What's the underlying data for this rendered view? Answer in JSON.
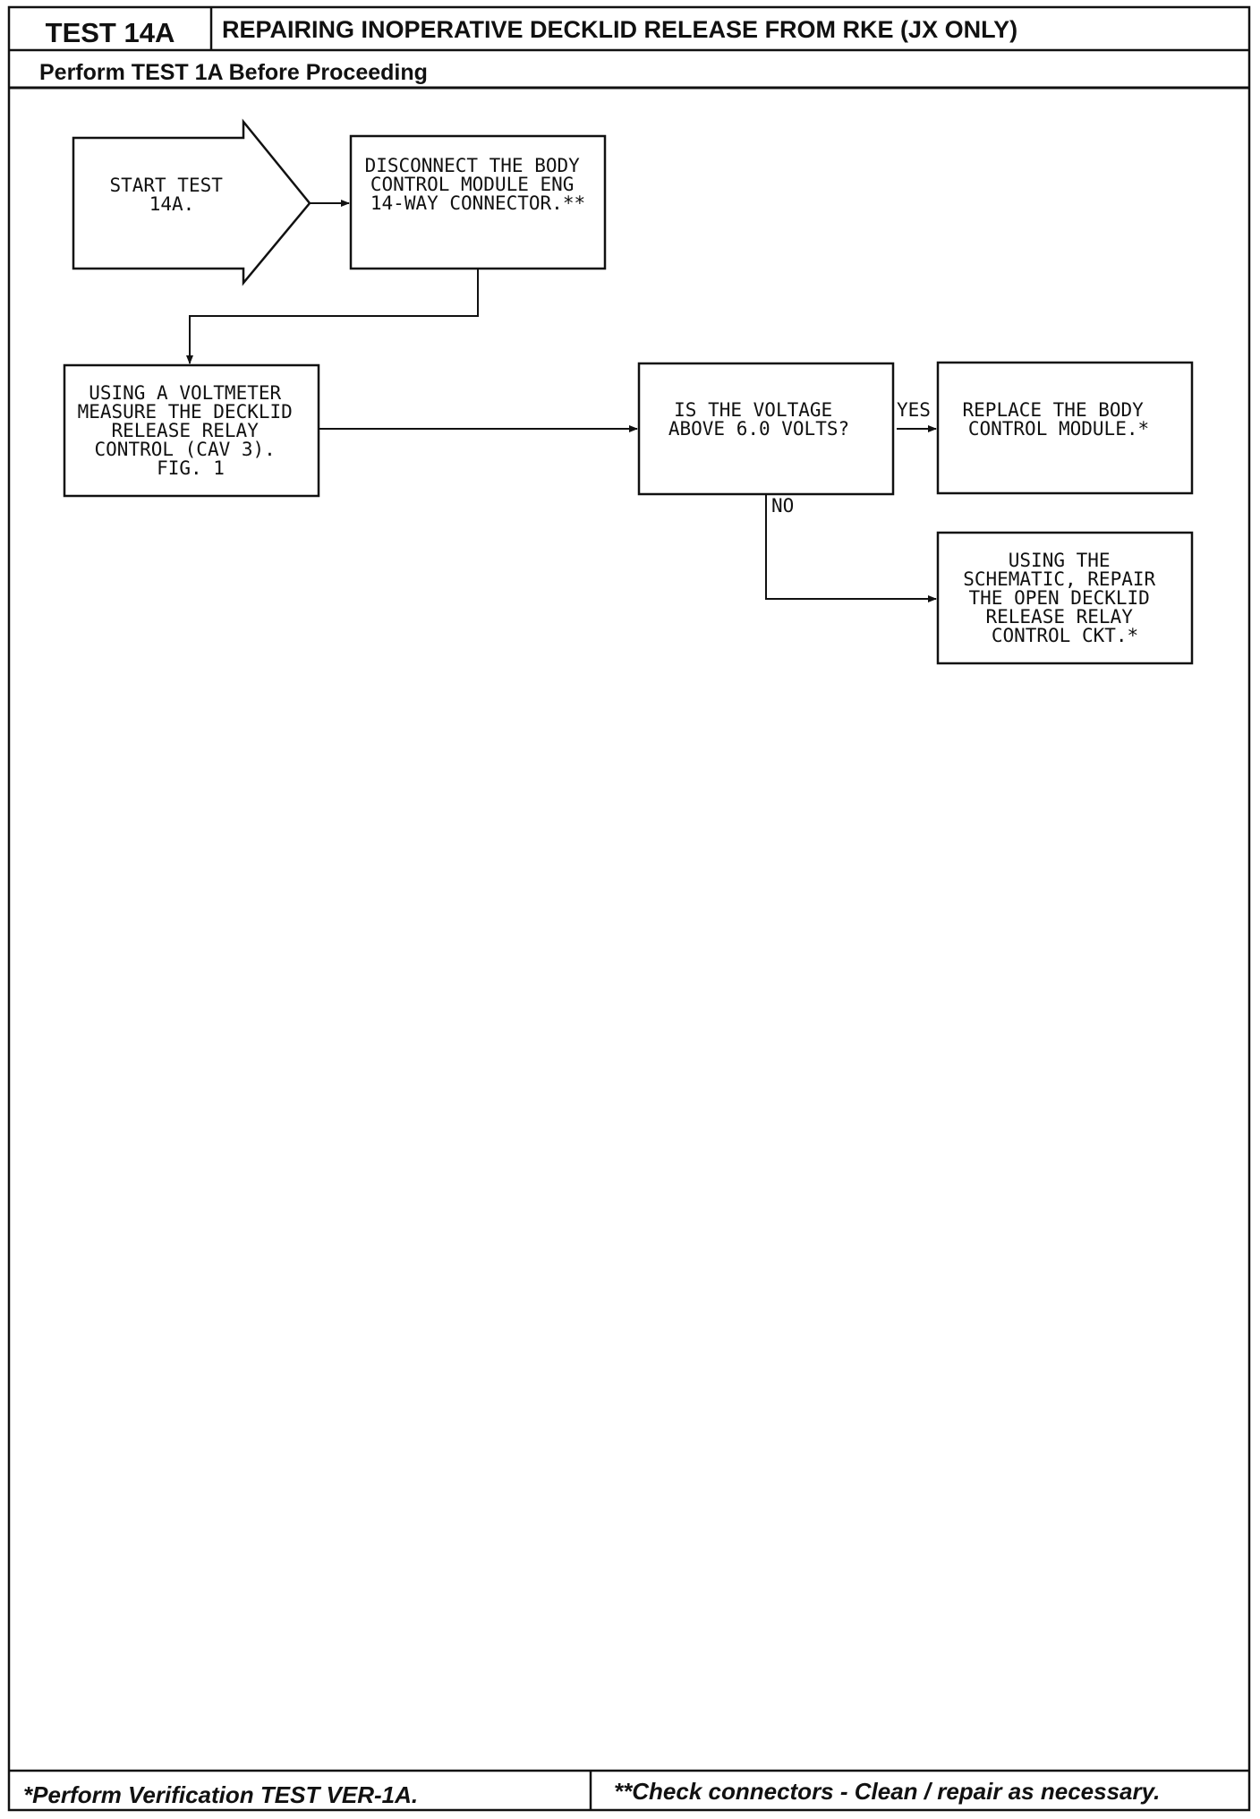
{
  "header": {
    "test_id": "TEST 14A",
    "title": "REPAIRING INOPERATIVE DECKLID RELEASE FROM RKE (JX ONLY)",
    "prerequisite": "Perform TEST 1A Before Proceeding"
  },
  "flowchart": {
    "start": [
      "START TEST",
      "14A."
    ],
    "disconnect": [
      "DISCONNECT THE BODY",
      "CONTROL MODULE ENG",
      "14-WAY CONNECTOR.**"
    ],
    "measure": [
      "USING A VOLTMETER",
      "MEASURE THE DECKLID",
      "RELEASE RELAY",
      "CONTROL (CAV 3).",
      "FIG. 1"
    ],
    "question": [
      "IS THE VOLTAGE",
      "ABOVE 6.0 VOLTS?"
    ],
    "yes_label": "YES",
    "no_label": "NO",
    "replace": [
      "REPLACE THE BODY",
      "CONTROL MODULE.*"
    ],
    "repair": [
      "USING THE",
      "SCHEMATIC, REPAIR",
      "THE OPEN DECKLID",
      "RELEASE RELAY",
      "CONTROL CKT.*"
    ]
  },
  "footer": {
    "left": "*Perform Verification TEST VER-1A.",
    "right": "**Check connectors - Clean / repair as necessary."
  }
}
